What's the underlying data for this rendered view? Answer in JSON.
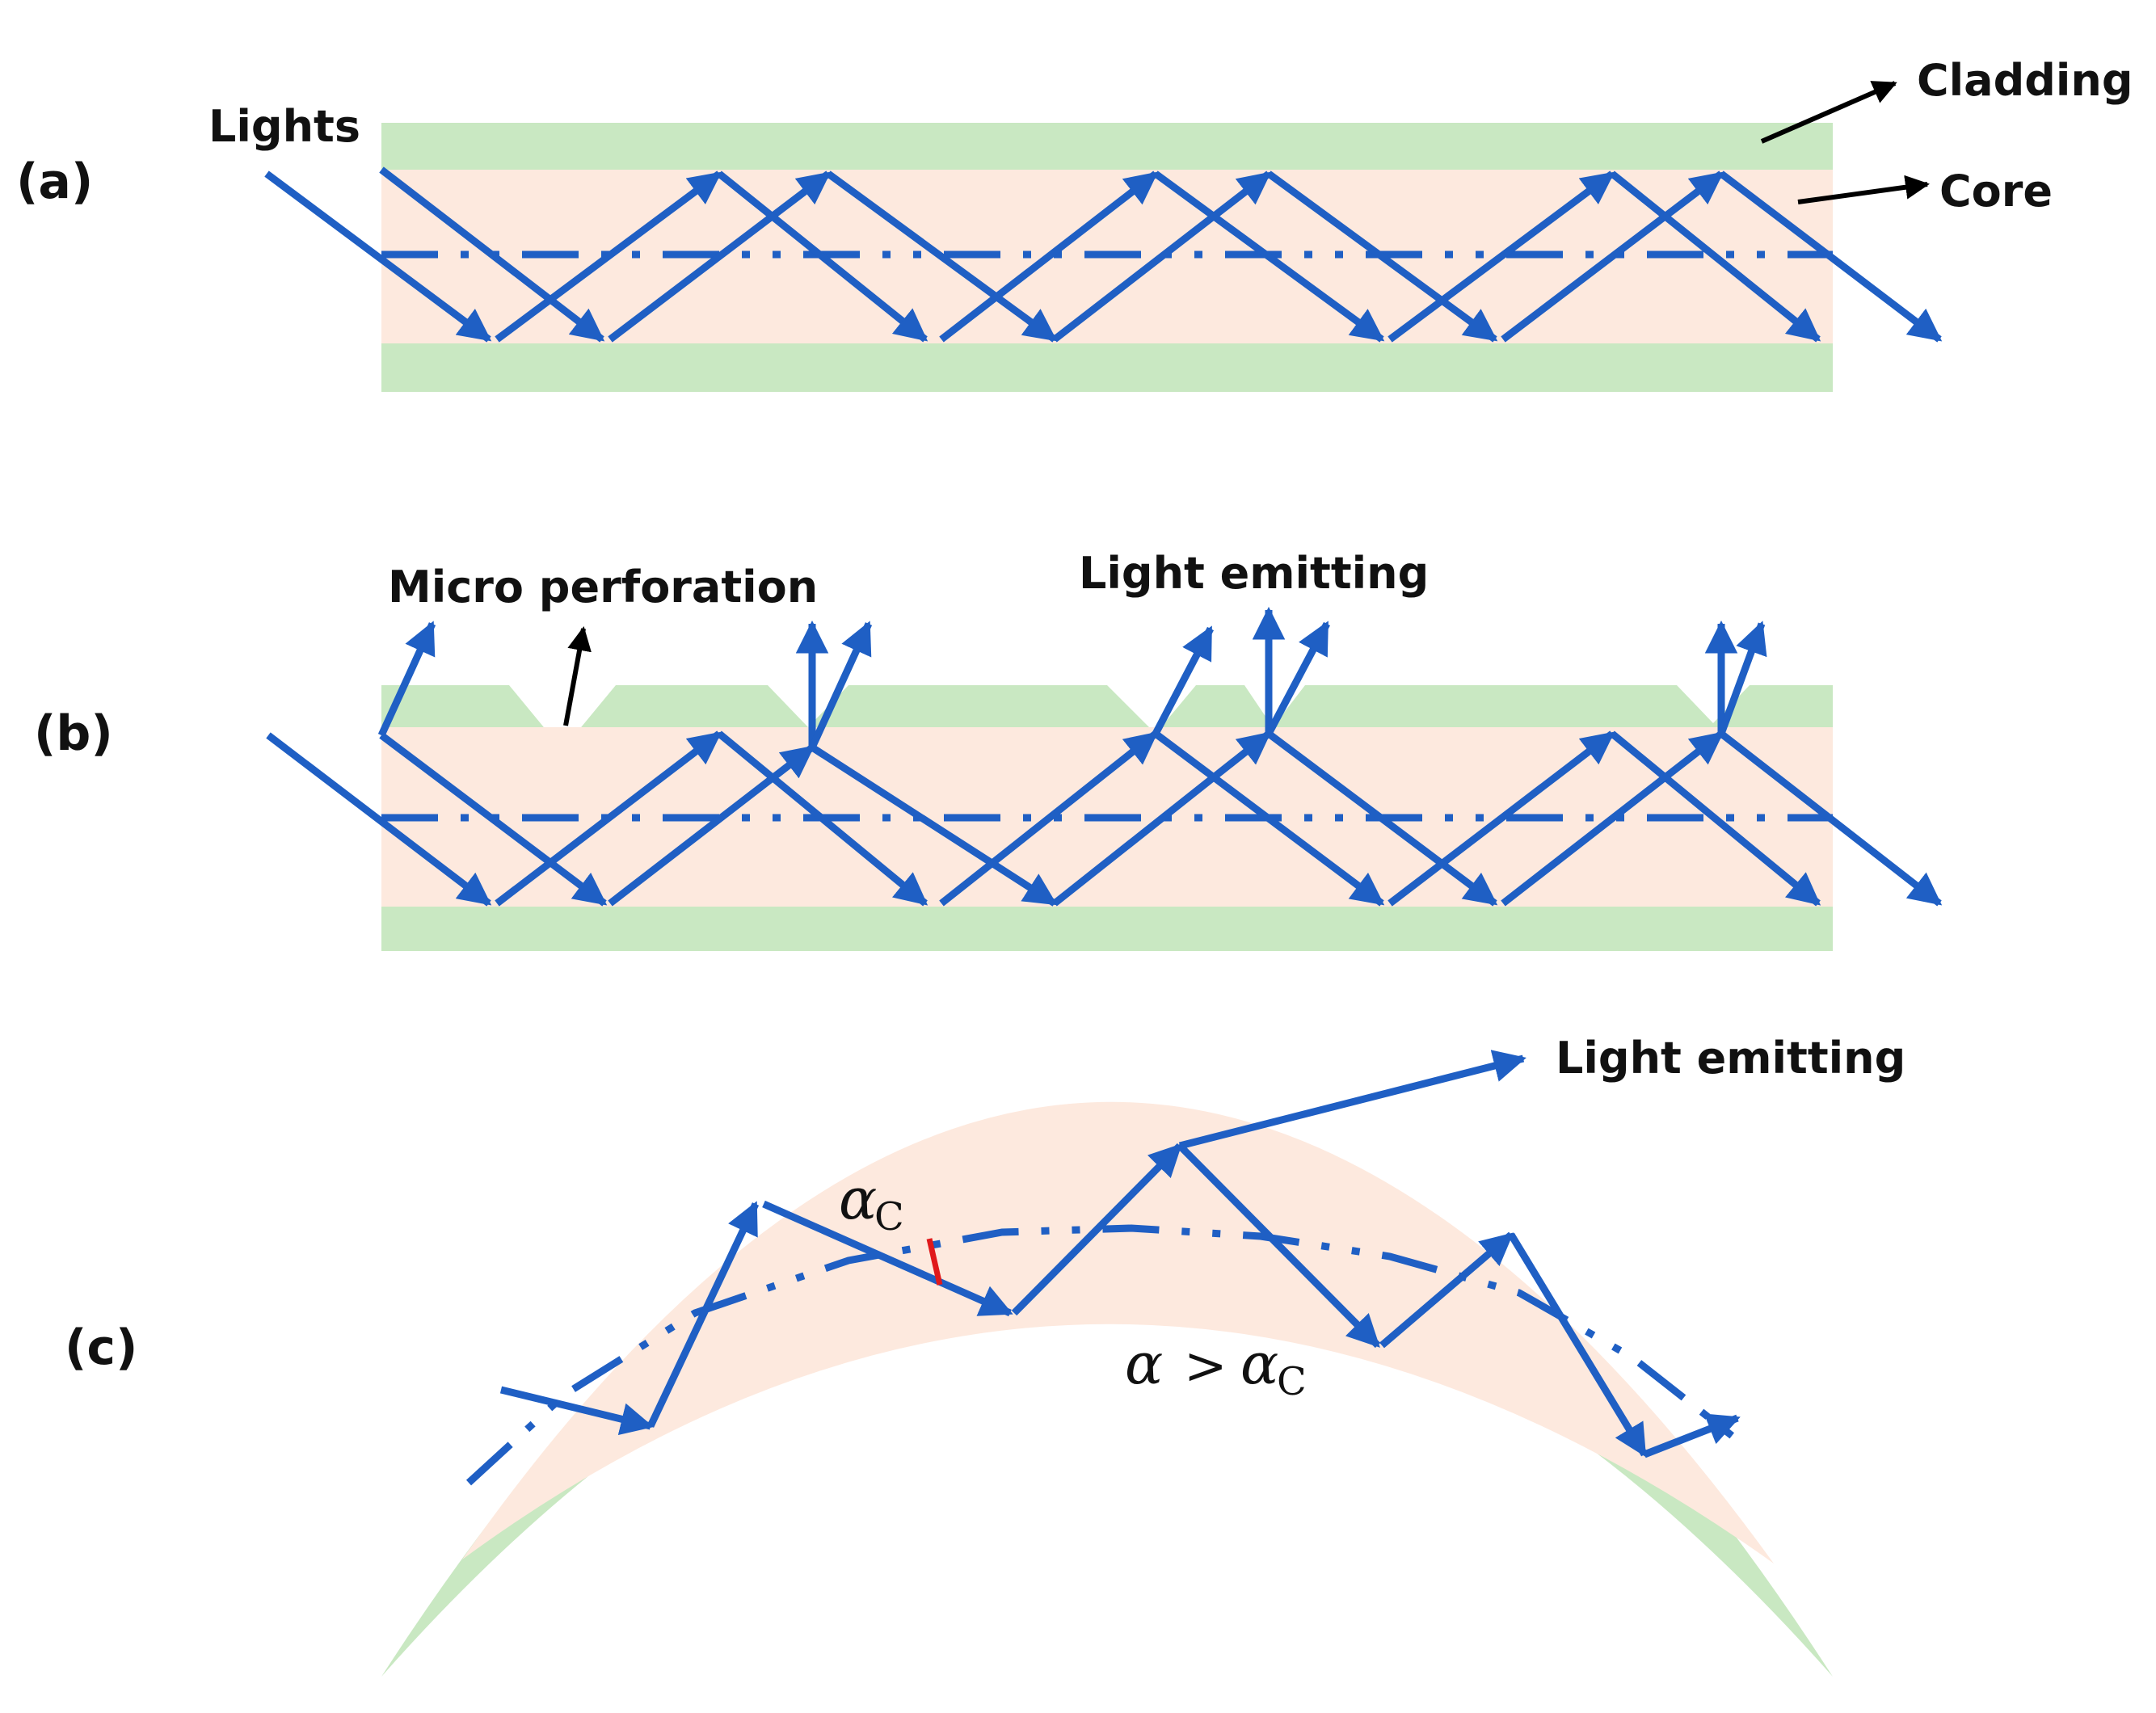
{
  "panels": {
    "a": "(a)",
    "b": "(b)",
    "c": "(c)"
  },
  "labels": {
    "lights": "Lights",
    "cladding": "Cladding",
    "core": "Core",
    "micro_perforation": "Micro perforation",
    "light_emitting_b": "Light emitting",
    "light_emitting_c": "Light emitting",
    "alpha": "α",
    "critical_sub": "C",
    "gt": ">"
  },
  "colors": {
    "cladding": "#c9e8c2",
    "core": "#fde9de",
    "ray": "#1f5fc4",
    "angle_mark": "#e0191b",
    "text": "#111111"
  }
}
